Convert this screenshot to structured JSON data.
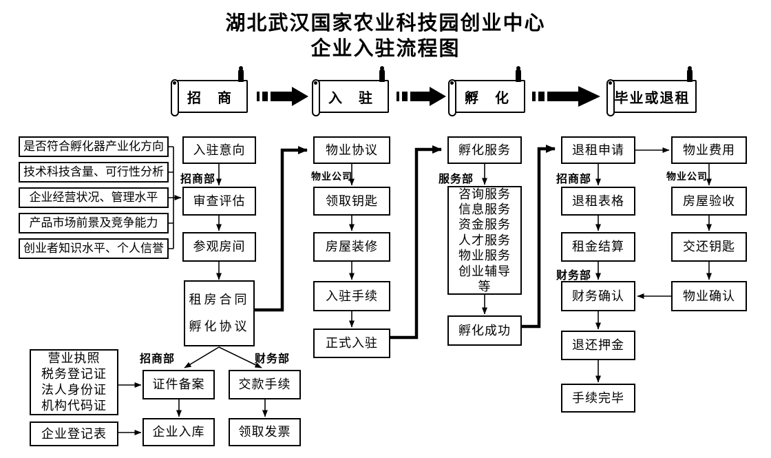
{
  "title": {
    "line1": "湖北武汉国家农业科技园创业中心",
    "line2": "企业入驻流程图"
  },
  "phases": [
    {
      "label": "招　商"
    },
    {
      "label": "入　驻"
    },
    {
      "label": "孵　化"
    },
    {
      "label": "毕业或退租"
    }
  ],
  "criteria": [
    "是否符合孵化器产业化方向",
    "技术科技含量、可行性分析",
    "企业经营状况、管理水平",
    "产品市场前景及竞争能力",
    "创业者知识水平、个人信誉"
  ],
  "departments": {
    "zhaoshang": "招商部",
    "wuye": "物业公司",
    "fuwu": "服务部",
    "caiwu": "财务部"
  },
  "boxes": {
    "ruzhu_yixiang": "入驻意向",
    "shencha_pinggu": "审查评估",
    "canguan_fangjian": "参观房间",
    "zufang_hetong": [
      "租房合同",
      "孵化协议"
    ],
    "documents": [
      "营业执照",
      "税务登记证",
      "法人身份证",
      "机构代码证"
    ],
    "qiye_dengjibiao": "企业登记表",
    "zhengjian_beian": "证件备案",
    "qiye_ruku": "企业入库",
    "jiaokuan_shouxu": "交款手续",
    "lingqu_fapiao": "领取发票",
    "wuye_xieyi": "物业协议",
    "lingqu_yaoshi": "领取钥匙",
    "fangwu_zhuangxiu": "房屋装修",
    "ruzhu_shouxu": "入驻手续",
    "zhengshi_ruzhu": "正式入驻",
    "fuhua_fuwu": "孵化服务",
    "services": [
      "咨询服务",
      "信息服务",
      "资金服务",
      "人才服务",
      "物业服务",
      "创业辅导",
      "等"
    ],
    "fuhua_chenggong": "孵化成功",
    "tuizu_shenqing": "退租申请",
    "tuizu_biaoge": "退租表格",
    "zujin_jiesuan": "租金结算",
    "caiwu_queren": "财务确认",
    "tuihuan_yajin": "退还押金",
    "shouxu_wanbi": "手续完毕",
    "wuye_feiyong": "物业费用",
    "fangwu_yanshou": "房屋验收",
    "jiaohuan_yaoshi": "交还钥匙",
    "wuye_queren": "物业确认"
  },
  "colors": {
    "line": "#000000",
    "background": "#ffffff"
  }
}
